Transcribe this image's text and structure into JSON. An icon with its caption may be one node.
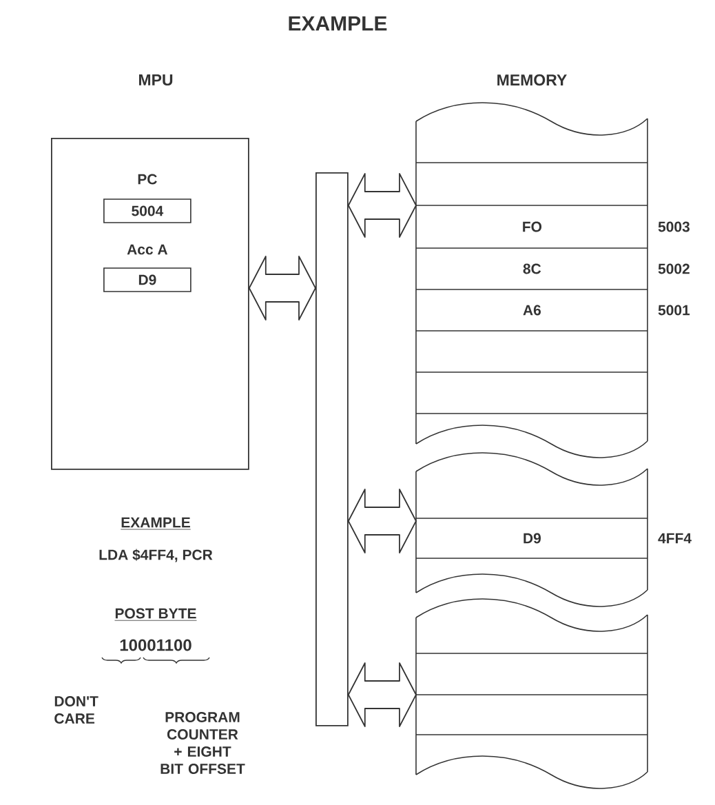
{
  "diagram": {
    "title": "EXAMPLE",
    "nodes": [
      {
        "text": [
          "MPU"
        ]
      },
      {
        "text": [
          "PC",
          "5004"
        ],
        "in": 0
      },
      {
        "text": [
          "Acc A",
          "D9"
        ],
        "in": 0
      },
      {
        "text": [],
        "shape": "bar"
      },
      {
        "text": [
          "MEMORY"
        ]
      },
      {
        "text": [
          "FO"
        ],
        "beside": [
          "5003"
        ],
        "in": 4
      },
      {
        "text": [
          "8C"
        ],
        "beside": [
          "5002"
        ],
        "in": 4
      },
      {
        "text": [
          "A6"
        ],
        "beside": [
          "5001"
        ],
        "in": 4
      },
      {
        "text": [],
        "shape": "box"
      },
      {
        "text": [
          "D9"
        ],
        "beside": [
          "4FF4"
        ],
        "in": 8
      },
      {
        "text": [],
        "shape": "box"
      }
    ],
    "edges": [
      {
        "from": 0,
        "to": 3,
        "arrow": "both"
      },
      {
        "from": 3,
        "to": 4,
        "arrow": "both"
      },
      {
        "from": 3,
        "to": 8,
        "arrow": "both"
      },
      {
        "from": 3,
        "to": 10,
        "arrow": "both"
      }
    ],
    "labels": [
      "EXAMPLE",
      "LDA $4FF4, PCR",
      "POST BYTE",
      "10001100",
      "DON'T CARE",
      "PROGRAM COUNTER + EIGHT BIT OFFSET"
    ]
  }
}
